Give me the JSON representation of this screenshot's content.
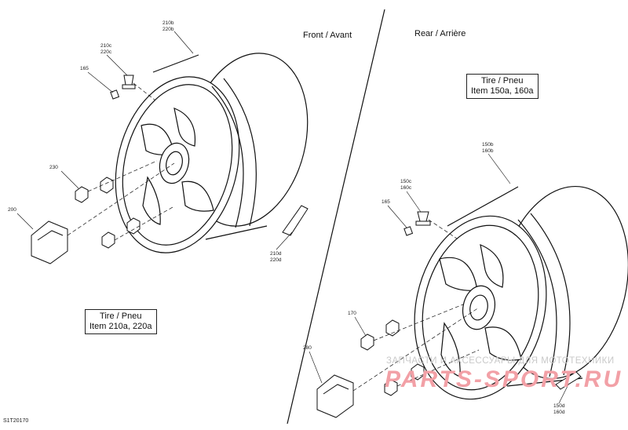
{
  "sections": {
    "front": "Front / Avant",
    "rear": "Rear / Arrière"
  },
  "front_box": {
    "line1": "Tire / Pneu",
    "line2": "Item 210a, 220a"
  },
  "rear_box": {
    "line1": "Tire / Pneu",
    "line2": "Item 150a, 160a"
  },
  "callouts": {
    "c210b": "210b",
    "c220b": "220b",
    "c210c": "210c",
    "c220c": "220c",
    "c165a": "165",
    "c230": "230",
    "c200": "200",
    "c210d": "210d",
    "c220d": "220d",
    "c150b": "150b",
    "c160b": "160b",
    "c150c": "150c",
    "c160c": "160c",
    "c165b": "165",
    "c170": "170",
    "c280": "280",
    "c150d": "150d",
    "c160d": "160d"
  },
  "drawing_code": "S1T20170",
  "watermark": {
    "text": "ЗАПЧАСТИ И АКСЕССУАРЫ ДЛЯ МОТОТЕХНИКИ",
    "logo": "PARTS-SPORT.RU"
  },
  "colors": {
    "line": "#111111",
    "watermark_text": "#c9c9c9",
    "watermark_logo": "#f2a0a6"
  }
}
